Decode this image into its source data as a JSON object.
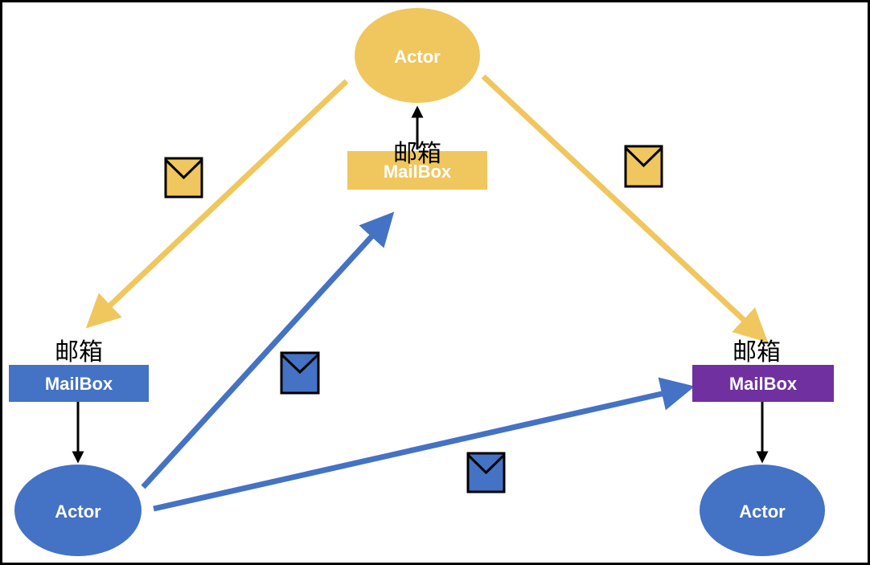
{
  "colors": {
    "gold": "#F0C75E",
    "blue": "#4472C4",
    "purple": "#7030A0",
    "black": "#000000",
    "white": "#FFFFFF"
  },
  "actors": {
    "top": {
      "label": "Actor",
      "color": "gold"
    },
    "bottom_left": {
      "label": "Actor",
      "color": "blue"
    },
    "bottom_right": {
      "label": "Actor",
      "color": "blue"
    }
  },
  "mailboxes": {
    "top": {
      "label": "MailBox",
      "caption": "邮箱",
      "color": "gold"
    },
    "left": {
      "label": "MailBox",
      "caption": "邮箱",
      "color": "blue"
    },
    "right": {
      "label": "MailBox",
      "caption": "邮箱",
      "color": "purple"
    }
  },
  "messages": [
    {
      "name": "envelope-top-left",
      "icon": "envelope-icon",
      "color": "gold"
    },
    {
      "name": "envelope-top-right",
      "icon": "envelope-icon",
      "color": "gold"
    },
    {
      "name": "envelope-middle-left",
      "icon": "envelope-icon",
      "color": "blue"
    },
    {
      "name": "envelope-bottom-center",
      "icon": "envelope-icon",
      "color": "blue"
    }
  ]
}
